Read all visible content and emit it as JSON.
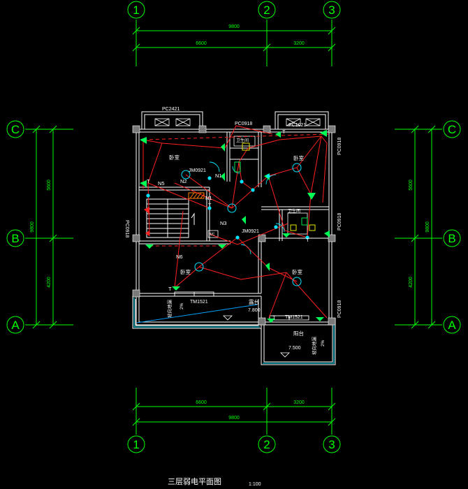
{
  "drawing": {
    "title": "三层弱电平面图",
    "scale": "1:100",
    "background": "#000000"
  },
  "colors": {
    "wall": "#ffffff",
    "dim": "#00ff00",
    "axis": "#00ff00",
    "wire": "#ff2020",
    "device": "#00ff55",
    "node": "#00e5ff",
    "hatch": "#ff7f00",
    "label": "#ffffff"
  },
  "axes": {
    "columns": [
      "1",
      "2",
      "3"
    ],
    "rows": [
      "C",
      "B",
      "A"
    ]
  },
  "dimensions": {
    "top_total": "9800",
    "top_seg_1": "6600",
    "top_seg_2": "3200",
    "bottom_total": "9800",
    "bottom_seg_1": "6600",
    "bottom_seg_2": "3200",
    "side_total": "9800",
    "side_seg_1": "5600",
    "side_seg_2": "4200"
  },
  "openings": {
    "window_top_left": "PC2421",
    "window_top_mid": "PC0918",
    "window_top_right": "PC1021",
    "window_right_upper": "PC0918",
    "window_right_mid": "PC0918",
    "window_right_lower": "PC0918",
    "window_left": "PC0918",
    "door_1": "JM0921",
    "door_2": "JM0921",
    "door_balcony_left": "TM1521",
    "door_balcony_right": "TM1521"
  },
  "rooms": {
    "bedroom_nw": "卧室",
    "bedroom_ne": "卧室",
    "bedroom_sw": "卧室",
    "bedroom_se": "卧室",
    "bath_top": "卫生间",
    "bath_right": "卫生间",
    "balcony_left": "露台",
    "balcony_right": "阳台"
  },
  "elevations": {
    "elev_left": "7.800",
    "elev_right": "7.500"
  },
  "slopes": {
    "slope_left": "2%",
    "slope_right": "2%",
    "drain_left": "坡向地漏",
    "drain_right": "坡向地漏"
  },
  "wires": {
    "n1": "N1",
    "n2": "N2",
    "n3": "N3",
    "n5": "N5",
    "n6": "N6",
    "t": "T",
    "wc": "WC"
  }
}
